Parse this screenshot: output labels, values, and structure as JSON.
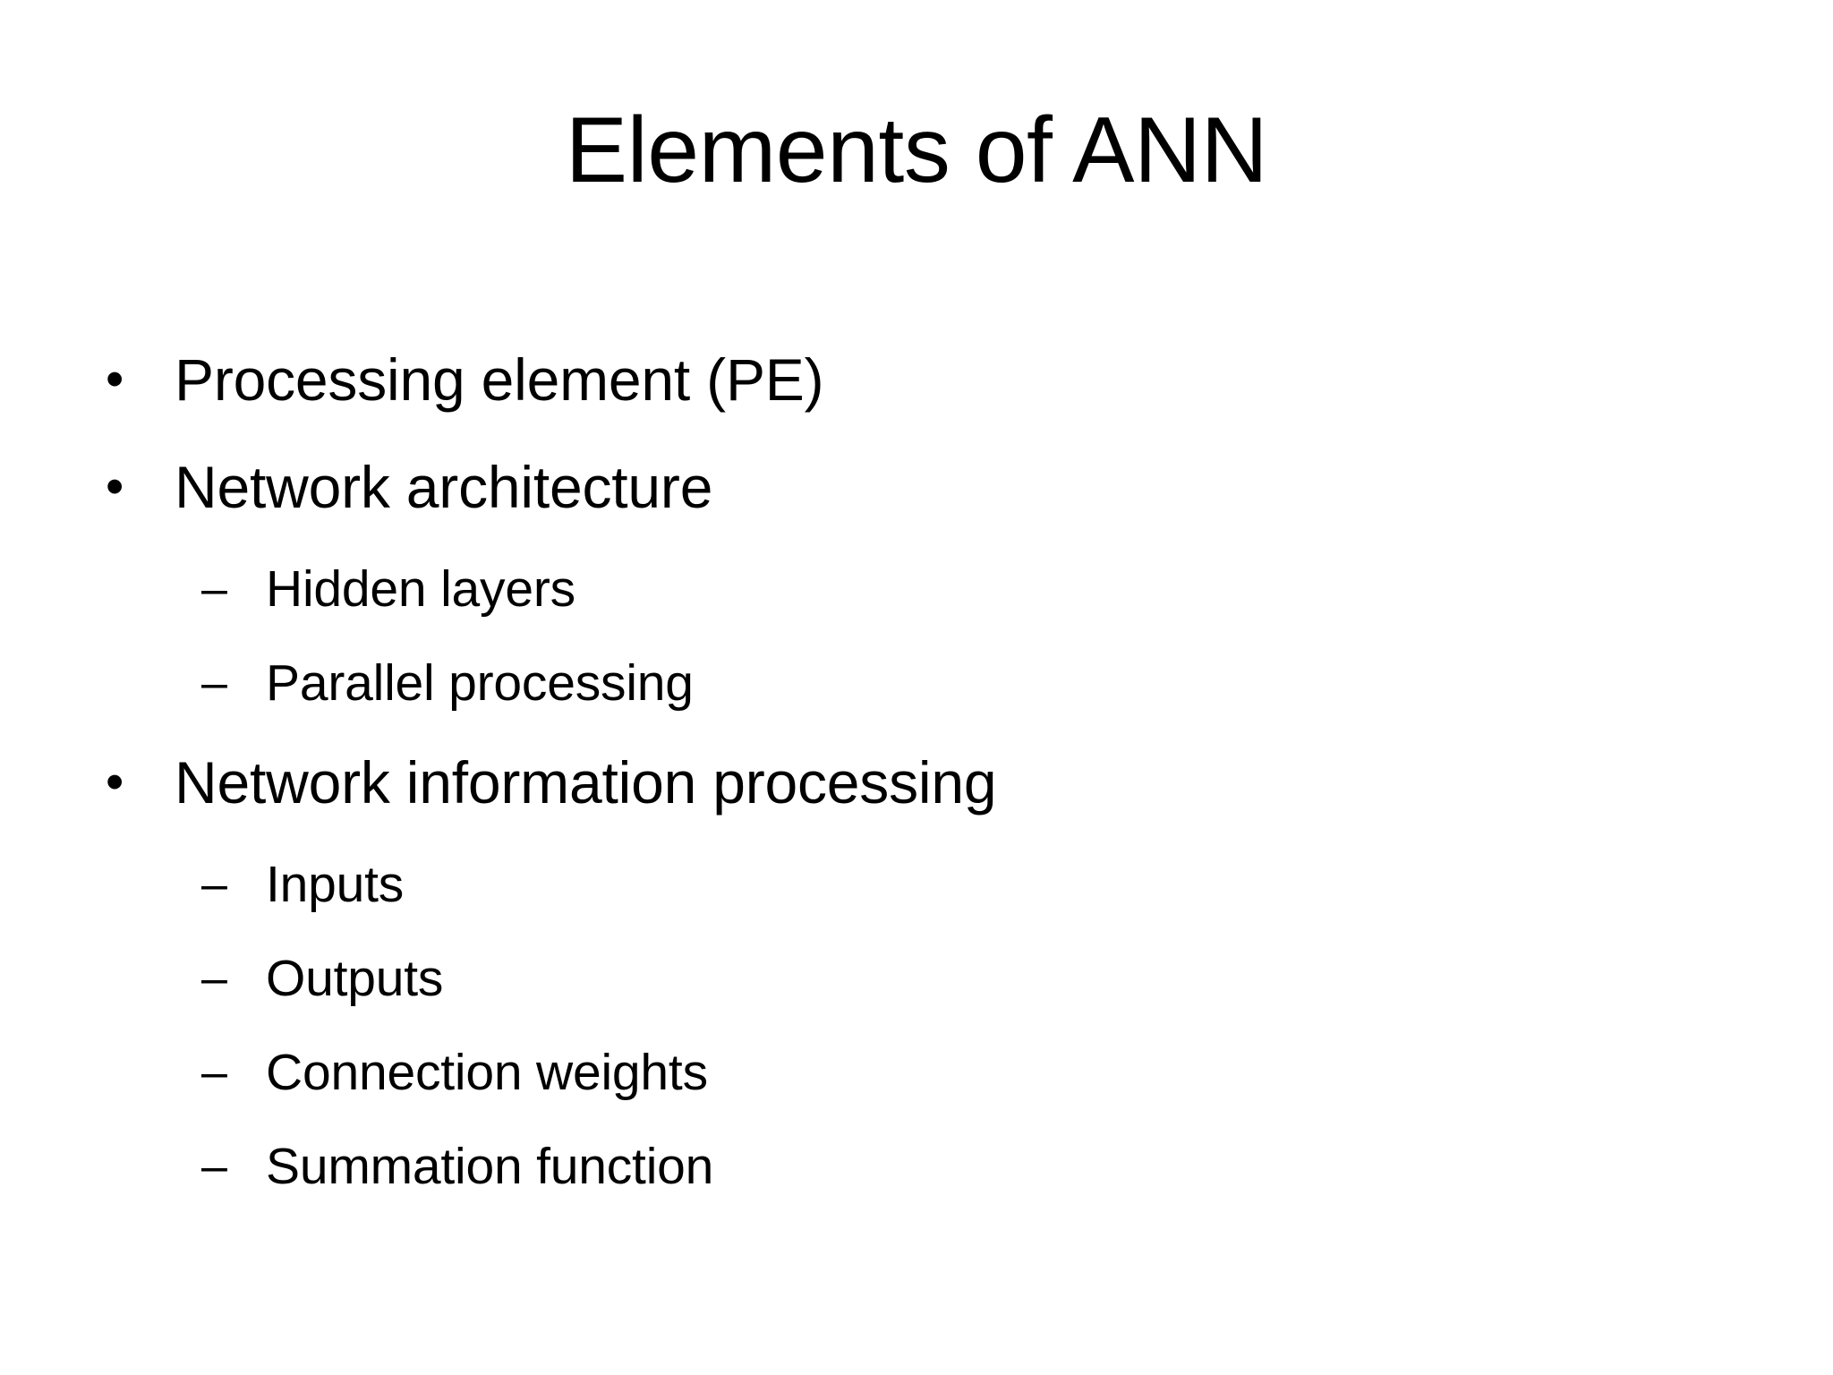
{
  "slide": {
    "title": "Elements of ANN",
    "background_color": "#ffffff",
    "text_color": "#000000",
    "bullet_marker_level1": "•",
    "bullet_marker_level2": "–",
    "items": [
      {
        "level": 1,
        "marker": "•",
        "text": "Processing element (PE)"
      },
      {
        "level": 1,
        "marker": "•",
        "text": "Network architecture"
      },
      {
        "level": 2,
        "marker": "–",
        "text": "Hidden layers"
      },
      {
        "level": 2,
        "marker": "–",
        "text": "Parallel processing"
      },
      {
        "level": 1,
        "marker": "•",
        "text": "Network information processing"
      },
      {
        "level": 2,
        "marker": "–",
        "text": "Inputs"
      },
      {
        "level": 2,
        "marker": "–",
        "text": "Outputs"
      },
      {
        "level": 2,
        "marker": "–",
        "text": "Connection weights"
      },
      {
        "level": 2,
        "marker": "–",
        "text": "Summation function"
      }
    ]
  }
}
